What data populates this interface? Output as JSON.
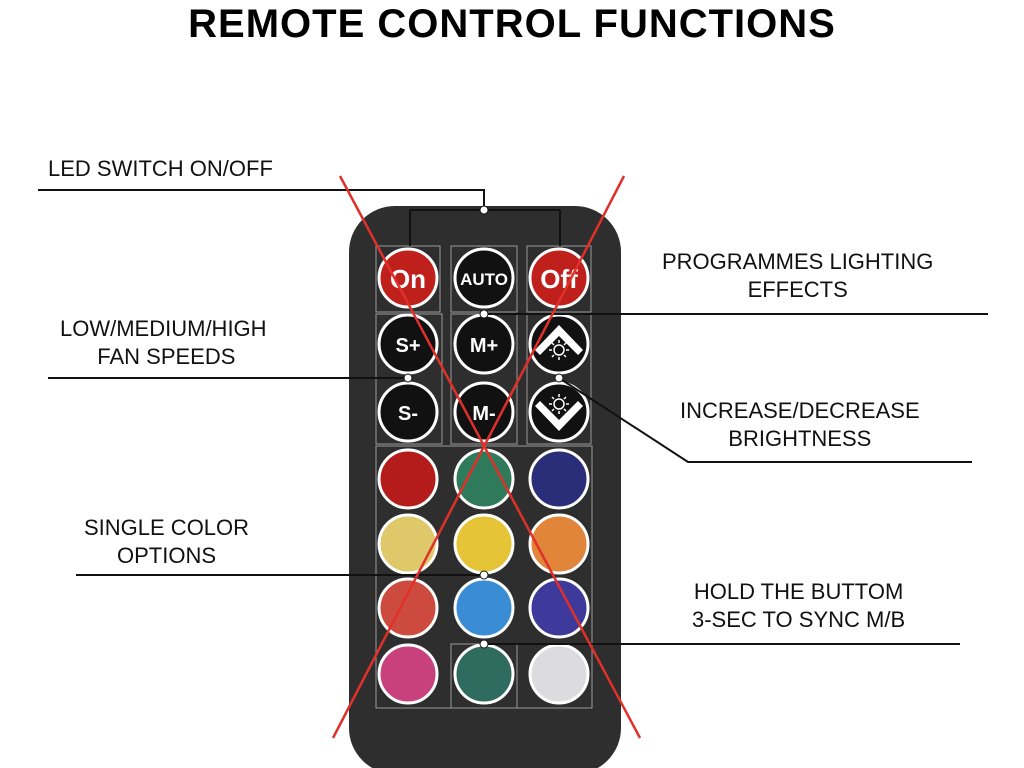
{
  "title": "REMOTE CONTROL FUNCTIONS",
  "callouts": {
    "led_switch": "LED SWITCH ON/OFF",
    "programmes": "PROGRAMMES LIGHTING\nEFFECTS",
    "fan_speeds": "LOW/MEDIUM/HIGH\n FAN SPEEDS",
    "brightness": "INCREASE/DECREASE\nBRIGHTNESS",
    "single_color": "SINGLE COLOR\nOPTIONS",
    "sync": "HOLD THE BUTTOM\n3-SEC TO SYNC M/B"
  },
  "buttons": {
    "on": "On",
    "auto": "AUTO",
    "off": "Off",
    "speed_up": "S+",
    "mode_up": "M+",
    "speed_down": "S-",
    "mode_down": "M-"
  },
  "icons": {
    "brightness_up": "sun-chevron-up-icon",
    "brightness_down": "sun-chevron-down-icon"
  },
  "colors": {
    "remote_body": "#2e2e2e",
    "cross_mark": "#e0302a",
    "on_off_button": "#c0201c",
    "function_button": "#111111",
    "palette": [
      [
        "#b41c1c",
        "#2e7a5a",
        "#2a2e78"
      ],
      [
        "#dec86a",
        "#e6c437",
        "#e0853a"
      ],
      [
        "#cc4a3e",
        "#3a8dd4",
        "#3d3a9c"
      ],
      [
        "#c8407c",
        "#2f6b5e",
        "#dcdce0"
      ]
    ]
  }
}
